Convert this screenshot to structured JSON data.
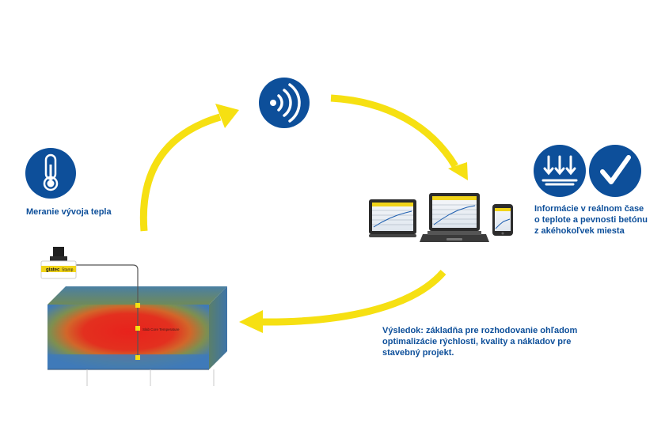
{
  "colors": {
    "accent_blue": "#0d4f9a",
    "arrow_yellow": "#f6e012",
    "concrete_hot": "#e8221c",
    "concrete_cool": "#3f7ab8"
  },
  "icons": {
    "wireless": "wireless-signal-icon",
    "thermometer": "thermometer-icon",
    "pressure": "down-arrows-icon",
    "check": "checkmark-icon"
  },
  "labels": {
    "measure": "Meranie vývoja tepla",
    "info_lines": [
      "Informácie v reálnom čase",
      "o teplote a pevnosti betónu",
      "z akéhokoľvek miesta"
    ],
    "result_lines": [
      "Výsledok: základňa pre rozhodovanie ohľadom",
      "optimalizácie rýchlosti, kvality a nákladov pre",
      "stavebný projekt."
    ],
    "sensor_brand": "giatec",
    "sensor_model": "Stamp",
    "probe_label": "Slab Core Temperature"
  }
}
